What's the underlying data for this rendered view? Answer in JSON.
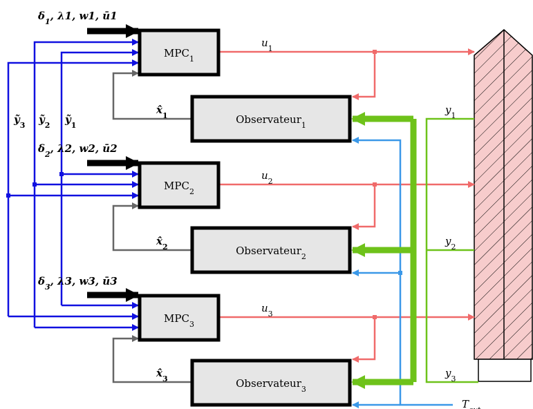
{
  "mpc_blocks": [
    {
      "label": "MPC",
      "sub": "1"
    },
    {
      "label": "MPC",
      "sub": "2"
    },
    {
      "label": "MPC",
      "sub": "3"
    }
  ],
  "observer_blocks": [
    {
      "label": "Observateur",
      "sub": "1"
    },
    {
      "label": "Observateur",
      "sub": "2"
    },
    {
      "label": "Observateur",
      "sub": "3"
    }
  ],
  "param_inputs": [
    {
      "text": "δ",
      "sub": "1",
      "rest": ", λ1, w1, ū1"
    },
    {
      "text": "δ",
      "sub": "2",
      "rest": ", λ2, w2, ū2"
    },
    {
      "text": "δ",
      "sub": "3",
      "rest": ", λ3, w3, ū3"
    }
  ],
  "control_outputs": [
    {
      "sym": "u",
      "sub": "1"
    },
    {
      "sym": "u",
      "sub": "2"
    },
    {
      "sym": "u",
      "sub": "3"
    }
  ],
  "state_estimates": [
    {
      "sym": "x̂",
      "sub": "1"
    },
    {
      "sym": "x̂",
      "sub": "2"
    },
    {
      "sym": "x̂",
      "sub": "3"
    }
  ],
  "measurements": [
    {
      "sym": "y",
      "sub": "1"
    },
    {
      "sym": "y",
      "sub": "2"
    },
    {
      "sym": "y",
      "sub": "3"
    }
  ],
  "measurement_feedback": [
    {
      "sym": "ỹ",
      "sub": "3"
    },
    {
      "sym": "ỹ",
      "sub": "2"
    },
    {
      "sym": "ỹ",
      "sub": "1"
    }
  ],
  "external_temp": {
    "sym": "T",
    "sub": "ext"
  },
  "colors": {
    "control": "#f06a6a",
    "measurement": "#6ec21a",
    "feedback": "#1010e0",
    "estimate": "#666666",
    "external": "#3a98e8",
    "block_fill": "#e6e6e6",
    "building_fill": "#f7cccc"
  }
}
